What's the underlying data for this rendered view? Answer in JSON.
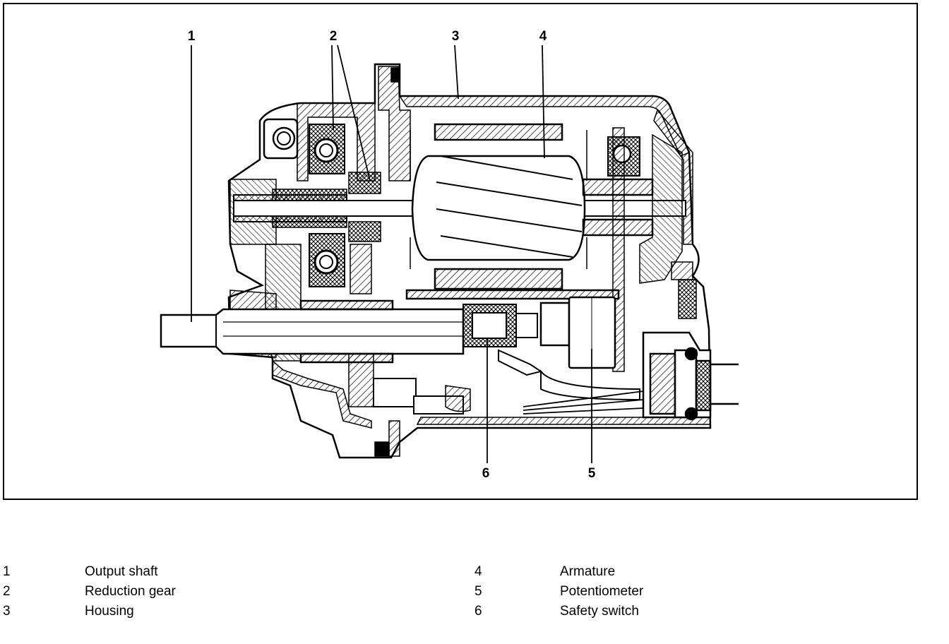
{
  "callouts": [
    "1",
    "2",
    "3",
    "4",
    "5",
    "6"
  ],
  "legend": [
    {
      "num": "1",
      "label": "Output shaft"
    },
    {
      "num": "2",
      "label": "Reduction gear"
    },
    {
      "num": "3",
      "label": "Housing"
    },
    {
      "num": "4",
      "label": "Armature"
    },
    {
      "num": "5",
      "label": "Potentiometer"
    },
    {
      "num": "6",
      "label": "Safety switch"
    }
  ]
}
